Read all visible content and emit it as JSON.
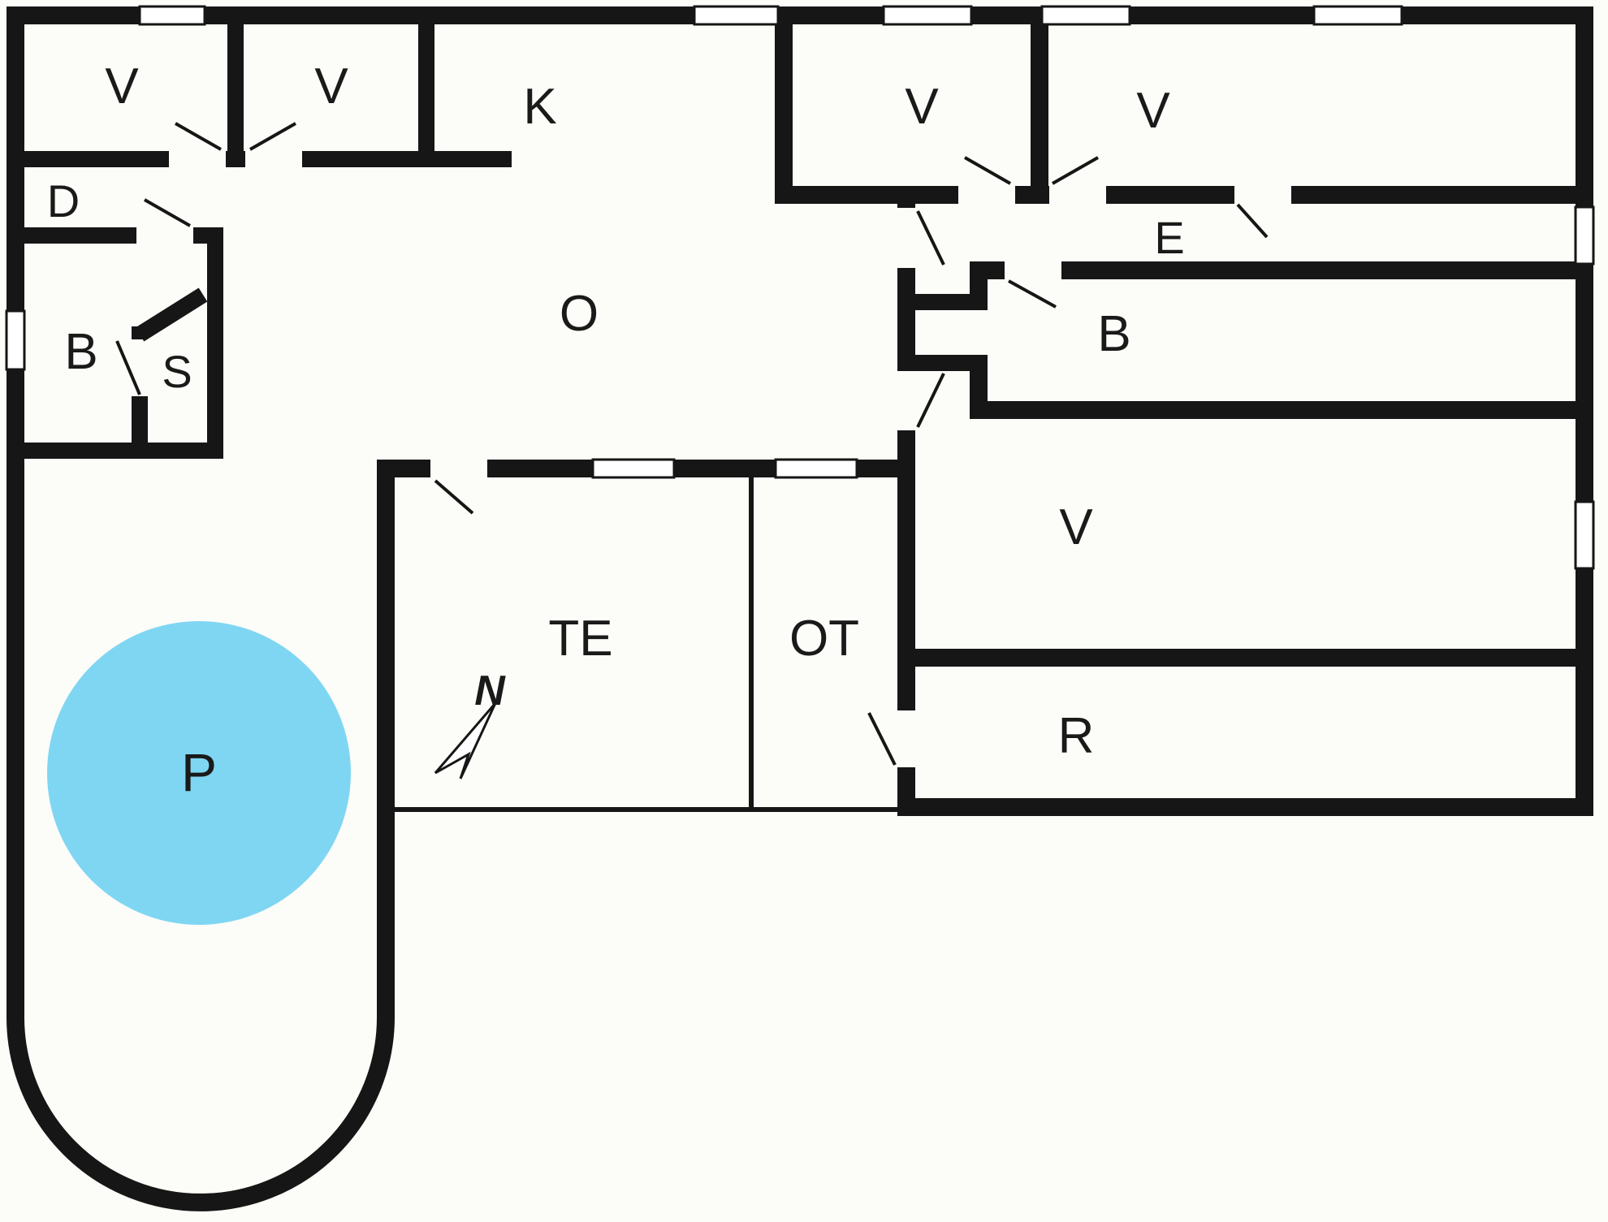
{
  "labels": {
    "v_top_left_1": "V",
    "v_top_left_2": "V",
    "kitchen": "K",
    "v_top_right_1": "V",
    "v_top_right_2": "V",
    "hall_d": "D",
    "bath_left": "B",
    "sauna": "S",
    "living": "O",
    "entry": "E",
    "bath_right": "B",
    "bedroom_right": "V",
    "storage": "R",
    "terrace": "TE",
    "covered_terrace": "OT",
    "pool": "P",
    "compass_north": "N"
  },
  "colors": {
    "wall": "#161616",
    "pool": "#7fd6f3",
    "background": "#fcfcf8",
    "label": "#1a1a1a"
  }
}
